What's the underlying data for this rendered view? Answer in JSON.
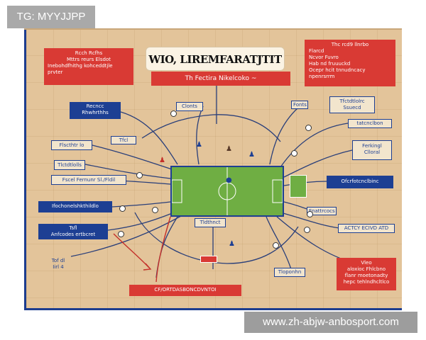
{
  "watermarks": {
    "top_left": "TG: MYYJJPP",
    "bottom_right": "www.zh-abjw-anbosport.com"
  },
  "poster": {
    "title": "WIO, LIREMFARATJTIT",
    "subtitle": "Th Fectira Nikelcoko ~"
  },
  "boxes": {
    "top_left_red": [
      "Rcch Rcfhs",
      "Mttrs reurs Elsdot",
      "Inebohdfhithg kohceddtjle",
      "prvter"
    ],
    "top_right_red": [
      "Thc rcd9 llnrbo",
      "Flarcd",
      "Ncvor          Fuvro",
      "Hab nd        fruuuckd",
      "Ocepr hcit tnnudncacy",
      "npenrsrrm"
    ],
    "left_1": [
      "Recncc",
      "Rhwhrthhs"
    ],
    "left_2": "Flscthtr lo",
    "left_3": "Tlctdtlolls",
    "left_4": "Fscel Fernunr Sl./Fldil",
    "left_5": "Ifochonelshkthildlo",
    "left_6": [
      "Tsfl",
      "Anfcodes ertbcret"
    ],
    "left_7": [
      "Tof dl",
      "Iirl 4"
    ],
    "top_mid_left": "Clonts",
    "top_mid_right": "Fonts",
    "top_right_small": [
      "Tfctdtlolrc",
      "Ssuecd"
    ],
    "right_1": "tatcnclbon",
    "right_2": [
      "Ferkingl",
      "Clloral"
    ],
    "right_3": "Ofcrfotcnclbinc",
    "right_4": "Fnattrcocs",
    "right_5": "ACTCY ECIVD ATD",
    "right_6_red": [
      "Vleo",
      "aloxioc Fhlcbno",
      "flanr moetonadty",
      "hepc tehlndhcltlco"
    ],
    "center_small": "Tldthnct",
    "center_small_2": "Tfcl",
    "bottom_mid_blue": "Tloponhn",
    "bottom_red": "CF/ORTDASBONCDVNTOI"
  },
  "colors": {
    "poster_bg": "#e3c49a",
    "brand_red": "#d93a34",
    "brand_blue": "#1d3f93",
    "pitch_green": "#6fae43"
  },
  "icons": {
    "player": "player-figure-icon",
    "node": "connector-node-icon"
  }
}
